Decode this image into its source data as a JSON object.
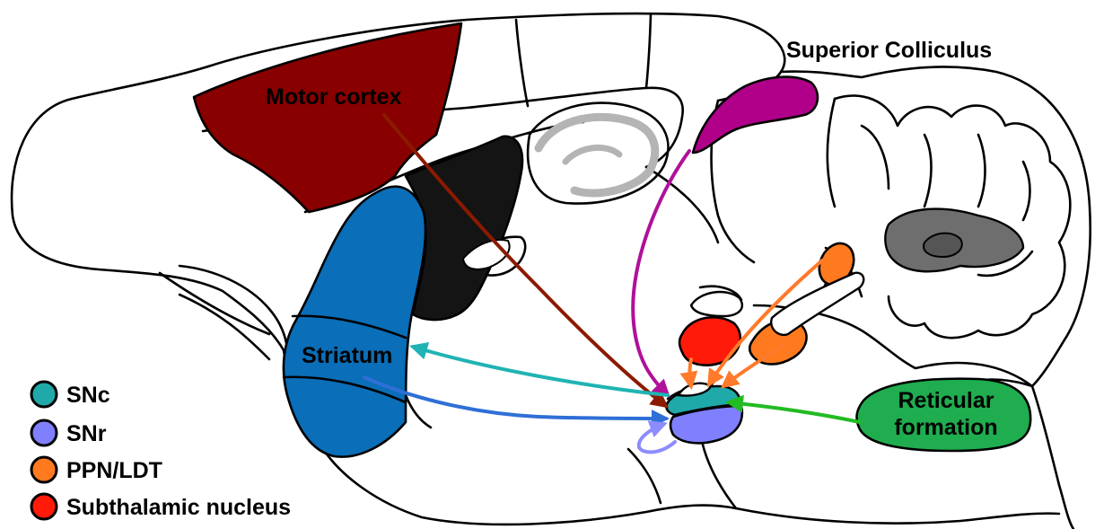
{
  "labels": {
    "motor_cortex": "Motor cortex",
    "superior_colliculus": "Superior Colliculus",
    "striatum": "Striatum",
    "reticular_formation_line1": "Reticular",
    "reticular_formation_line2": "formation"
  },
  "legend": [
    {
      "label": "SNc",
      "color": "#1fa9a9"
    },
    {
      "label": "SNr",
      "color": "#8080ff"
    },
    {
      "label": "PPN/LDT",
      "color": "#ff7a1f"
    },
    {
      "label": "Subthalamic nucleus",
      "color": "#ff1a0a"
    }
  ],
  "colors": {
    "motor_cortex": "#880000",
    "striatum": "#0a6eb8",
    "black_region": "#141414",
    "superior_colliculus": "#b0008a",
    "reticular_formation": "#1fad4f",
    "cerebellum_dark": "#6e6e6e",
    "hippocampus_gray": "#b4b4b4",
    "arrow_cortex": "#8b1a00",
    "arrow_colliculus": "#b0109a",
    "arrow_striatum_out": "#20b3b3",
    "arrow_striatum_in": "#2f6fd6",
    "arrow_ppn": "#ff7a2a",
    "arrow_reticular": "#22bb22",
    "arrow_snr": "#8c8cff"
  }
}
